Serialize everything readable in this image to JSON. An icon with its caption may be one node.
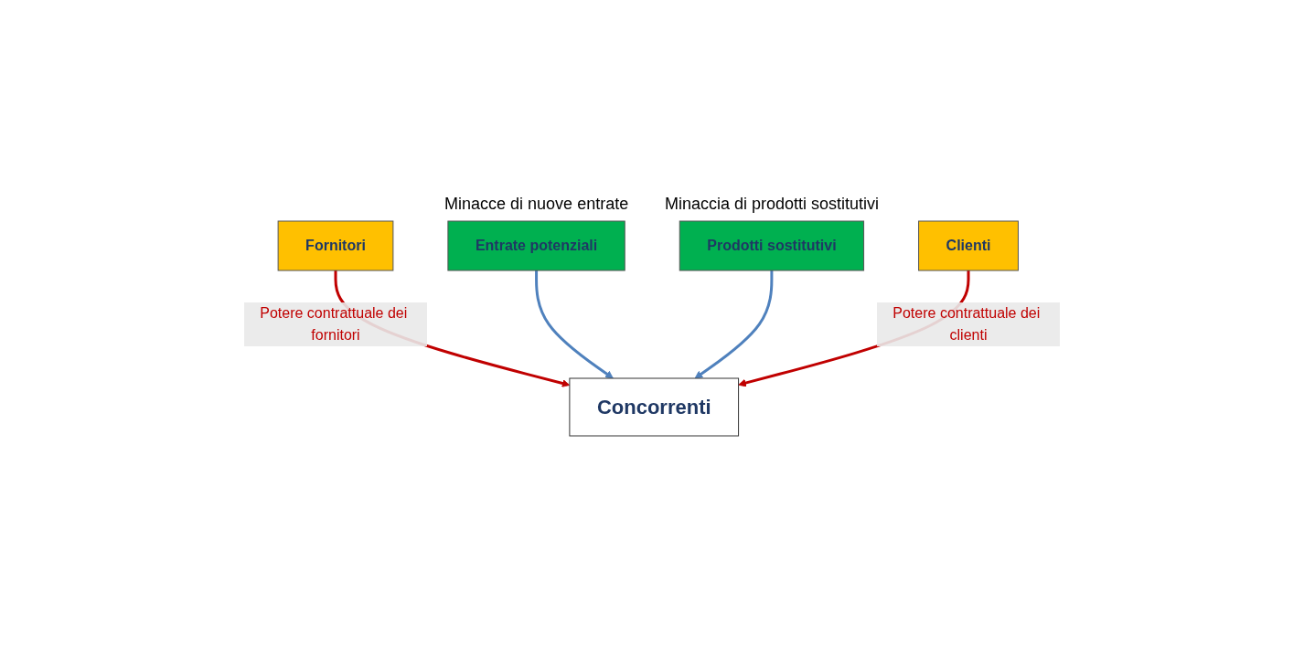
{
  "diagram": {
    "nodes": [
      {
        "text": [
          "Fornitori"
        ]
      },
      {
        "text": [
          "Concorrenti"
        ]
      },
      {
        "text": [
          "Entrate potenziali"
        ],
        "beside": [
          "Minacce di nuove entrate"
        ]
      },
      {
        "text": [
          "Prodotti sostitutivi"
        ],
        "beside": [
          "Minaccia di prodotti sostitutivi"
        ]
      },
      {
        "text": [
          "Clienti"
        ]
      }
    ],
    "edges": [
      {
        "from": 0,
        "to": 1,
        "arrow": "to",
        "label": "Potere contrattuale dei fornitori",
        "color": "#c00000"
      },
      {
        "from": 2,
        "to": 1,
        "arrow": "to",
        "color": "#4f81bd"
      },
      {
        "from": 3,
        "to": 1,
        "arrow": "to",
        "color": "#4f81bd"
      },
      {
        "from": 4,
        "to": 1,
        "arrow": "to",
        "label": "Potere contrattuale dei clienti",
        "color": "#c00000"
      }
    ]
  }
}
